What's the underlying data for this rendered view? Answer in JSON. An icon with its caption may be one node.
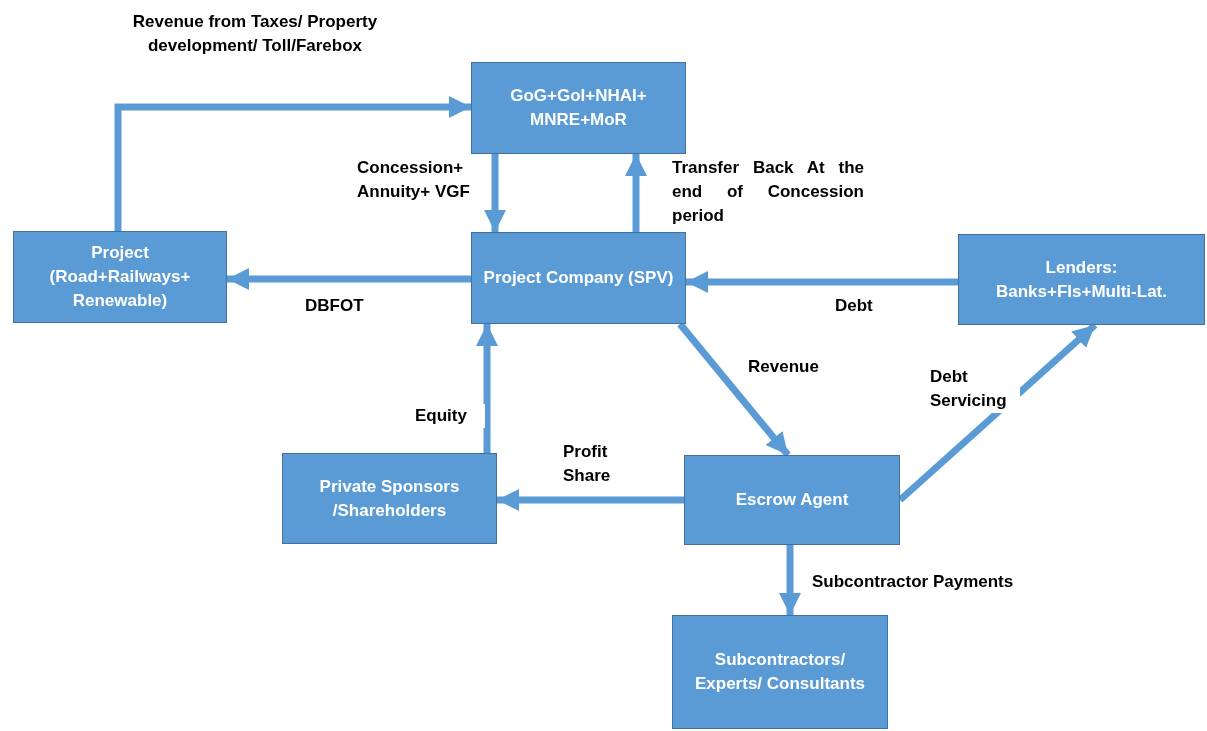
{
  "diagram": {
    "nodes": [
      {
        "text": [
          "GoG+GoI+NHAI+ MNRE+MoR"
        ]
      },
      {
        "text": [
          "Project",
          "(Road+Railways+ Renewable)"
        ]
      },
      {
        "text": [
          "Project Company (SPV)"
        ]
      },
      {
        "text": [
          "Lenders:",
          "Banks+FIs+Multi-Lat."
        ]
      },
      {
        "text": [
          "Private Sponsors /Shareholders"
        ]
      },
      {
        "text": [
          "Escrow Agent"
        ]
      },
      {
        "text": [
          "Subcontractors/ Experts/ Consultants"
        ]
      }
    ],
    "edges": [
      {
        "from": 1,
        "to": 0,
        "arrow": "to",
        "label": "Revenue from Taxes/ Property development/ Toll/Farebox"
      },
      {
        "from": 0,
        "to": 2,
        "arrow": "to",
        "label": "Concession+ Annuity+ VGF"
      },
      {
        "from": 2,
        "to": 0,
        "arrow": "to",
        "label": "Transfer Back At the end of Concession period"
      },
      {
        "from": 2,
        "to": 1,
        "arrow": "to",
        "label": "DBFOT"
      },
      {
        "from": 3,
        "to": 2,
        "arrow": "to",
        "label": "Debt"
      },
      {
        "from": 2,
        "to": 5,
        "arrow": "to",
        "label": "Revenue"
      },
      {
        "from": 4,
        "to": 2,
        "arrow": "to",
        "label": "Equity"
      },
      {
        "from": 5,
        "to": 4,
        "arrow": "to",
        "label": "Profit Share"
      },
      {
        "from": 5,
        "to": 3,
        "arrow": "to",
        "label": "Debt Servicing"
      },
      {
        "from": 5,
        "to": 6,
        "arrow": "to",
        "label": "Subcontractor Payments"
      }
    ]
  }
}
